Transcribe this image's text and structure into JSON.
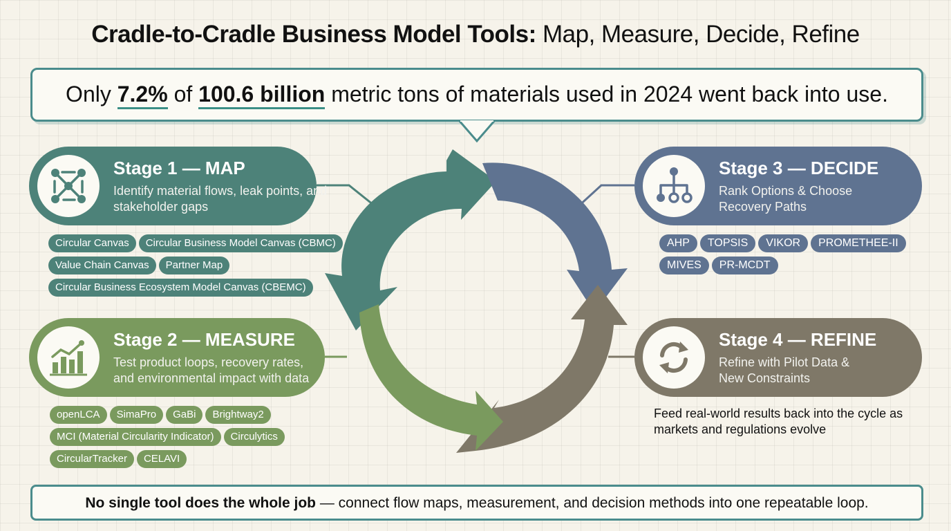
{
  "title": {
    "bold_part": "Cradle-to-Cradle Business Model Tools:",
    "light_part": " Map, Measure, Decide, Refine"
  },
  "stat": {
    "prefix": "Only ",
    "percent": "7.2%",
    "mid": " of ",
    "amount": "100.6 billion",
    "suffix": " metric tons of materials used in 2024 went back into use."
  },
  "stages": {
    "map": {
      "title": "Stage 1 — MAP",
      "desc": "Identify material flows, leak points, and stakeholder gaps",
      "icon": "flow-network-icon",
      "color": "#4d8279",
      "tools": [
        "Circular Canvas",
        "Circular Business Model Canvas (CBMC)",
        "Value Chain Canvas",
        "Partner Map",
        "Circular Business Ecosystem Model Canvas (CBEMC)"
      ]
    },
    "measure": {
      "title": "Stage 2 — MEASURE",
      "desc": "Test product loops, recovery rates, and environmental impact with data",
      "icon": "bar-chart-trend-icon",
      "color": "#7a9a5e",
      "tools": [
        "openLCA",
        "SimaPro",
        "GaBi",
        "Brightway2",
        "MCI (Material Circularity Indicator)",
        "Circulytics",
        "CircularTracker",
        "CELAVI"
      ]
    },
    "decide": {
      "title": "Stage 3 — DECIDE",
      "desc": "Rank Options & Choose Recovery Paths",
      "icon": "decision-tree-icon",
      "color": "#5f7391",
      "tools": [
        "AHP",
        "TOPSIS",
        "VIKOR",
        "PROMETHEE-II",
        "MIVES",
        "PR-MCDT"
      ]
    },
    "refine": {
      "title": "Stage 4 — REFINE",
      "desc": "Refine with Pilot Data & New Constraints",
      "icon": "refresh-cycle-icon",
      "color": "#7f7868",
      "note": "Feed real-world results back into the cycle as markets and regulations evolve"
    }
  },
  "footer": {
    "bold_part": "No single tool does the whole job",
    "rest": " — connect flow maps, measurement, and decision methods into one repeatable loop."
  }
}
